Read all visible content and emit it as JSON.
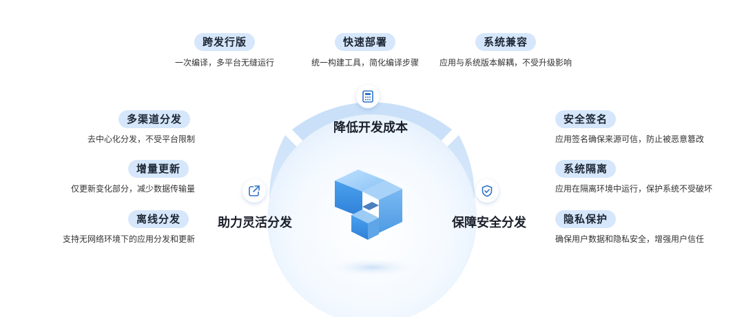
{
  "top": {
    "items": [
      {
        "title": "跨发行版",
        "desc": "一次编译，多平台无缝运行"
      },
      {
        "title": "快速部署",
        "desc": "统一构建工具，简化编译步骤"
      },
      {
        "title": "系统兼容",
        "desc": "应用与系统版本解耦，不受升级影响"
      }
    ],
    "segment_label": "降低开发成本"
  },
  "left": {
    "items": [
      {
        "title": "多渠道分发",
        "desc": "去中心化分发，不受平台限制"
      },
      {
        "title": "增量更新",
        "desc": "仅更新变化部分，减少数据传输量"
      },
      {
        "title": "离线分发",
        "desc": "支持无网络环境下的应用分发和更新"
      }
    ],
    "segment_label": "助力灵活分发"
  },
  "right": {
    "items": [
      {
        "title": "安全签名",
        "desc": "应用签名确保来源可信，防止被恶意篡改"
      },
      {
        "title": "系统隔离",
        "desc": "应用在隔离环境中运行，保护系统不受破坏"
      },
      {
        "title": "隐私保护",
        "desc": "确保用户数据和隐私安全，增强用户信任"
      }
    ],
    "segment_label": "保障安全分发"
  },
  "icons": {
    "top": "calculator-icon",
    "left": "share-export-icon",
    "right": "shield-check-icon",
    "center": "cube-logo-icon"
  },
  "colors": {
    "pill_bg": "#d6e7fb",
    "ring": "#c9e0f8",
    "icon_blue": "#2f73c9",
    "cube_blue": "#3a8fe0"
  }
}
